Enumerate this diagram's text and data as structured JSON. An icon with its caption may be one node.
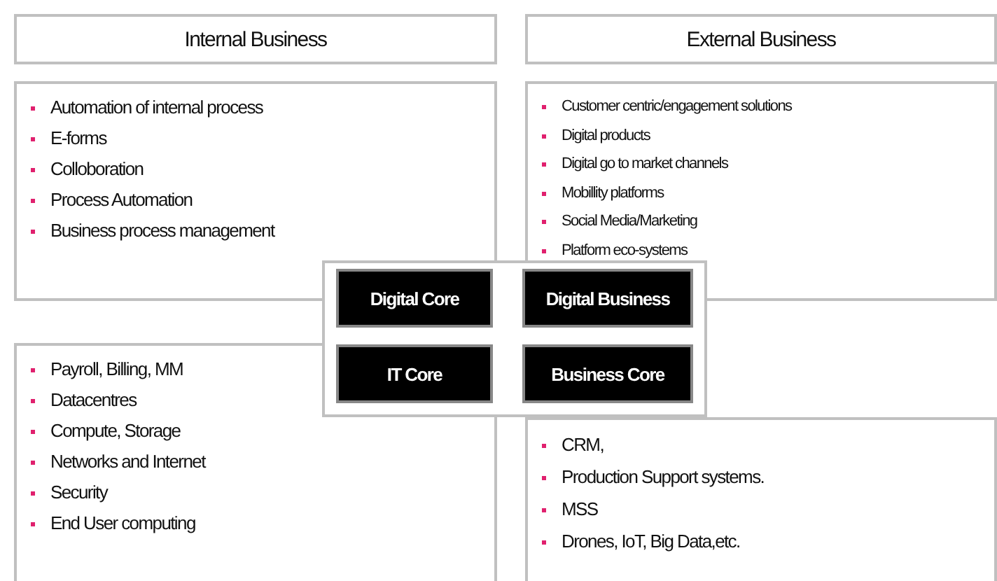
{
  "diagram": {
    "nodes": [
      {
        "text": [
          "Internal Business"
        ]
      },
      {
        "text": [
          "External Business"
        ]
      },
      {
        "text": [
          "Automation of internal process",
          "E-forms",
          "Colloboration",
          "Process Automation",
          "Business process management"
        ]
      },
      {
        "text": [
          "Customer centric/engagement solutions",
          "Digital products",
          "Digital go to market channels",
          "Mobillity platforms",
          "Social Media/Marketing",
          "Platform eco-systems"
        ]
      },
      {
        "text": [],
        "shape": "box"
      },
      {
        "text": [
          "Digital Core"
        ],
        "in": 4
      },
      {
        "text": [
          "Digital Business"
        ],
        "in": 4
      },
      {
        "text": [
          "IT Core"
        ]
      },
      {
        "text": [
          "Business Core"
        ],
        "in": 4
      },
      {
        "text": [
          "Payroll, Billing, MM",
          "Datacentres",
          "Compute, Storage",
          "Networks and Internet",
          "Security",
          "End User computing"
        ]
      },
      {
        "text": [
          "CRM,",
          "Production Support systems.",
          "MSS",
          "Drones, IoT, Big Data,etc."
        ]
      }
    ]
  }
}
